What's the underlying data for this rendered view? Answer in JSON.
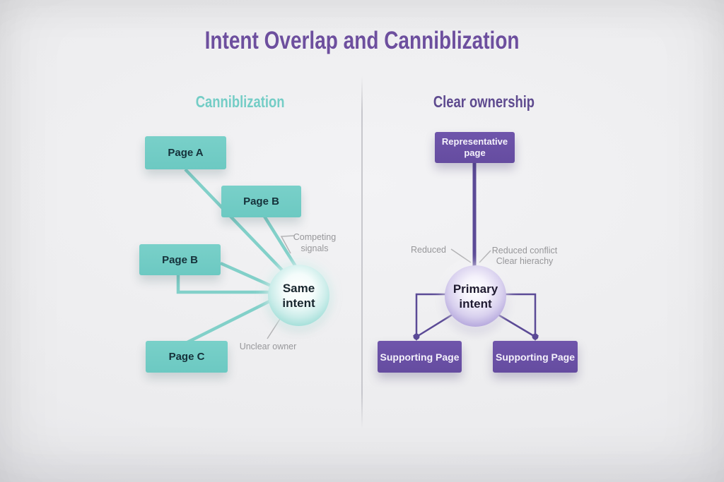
{
  "title": "Intent Overlap and Canniblization",
  "colors": {
    "teal_box": "#6ecbc4",
    "teal_line": "#82d0c9",
    "teal_heading": "#74cdc6",
    "purple_box": "#6a51a7",
    "purple_line": "#5b4a96",
    "title_purple": "#6d4f9e",
    "heading_purple": "#5e4a8f",
    "annotation_gray": "#97979a",
    "background": "#ececee"
  },
  "left": {
    "heading": "Canniblization",
    "box_page_a": "Page A",
    "box_page_b_top": "Page B",
    "box_page_b_mid": "Page B",
    "box_page_c": "Page C",
    "circle_label": "Same\nintent",
    "note_competing": "Competing\nsignals",
    "note_unclear": "Unclear owner"
  },
  "right": {
    "heading": "Clear ownership",
    "box_representative": "Representative\npage",
    "circle_label": "Primary\nintent",
    "note_reduced": "Reduced",
    "note_conflict": "Reduced conflict\nClear hierachy",
    "box_supporting_left": "Supporting Page",
    "box_supporting_right": "Supporting Page"
  }
}
